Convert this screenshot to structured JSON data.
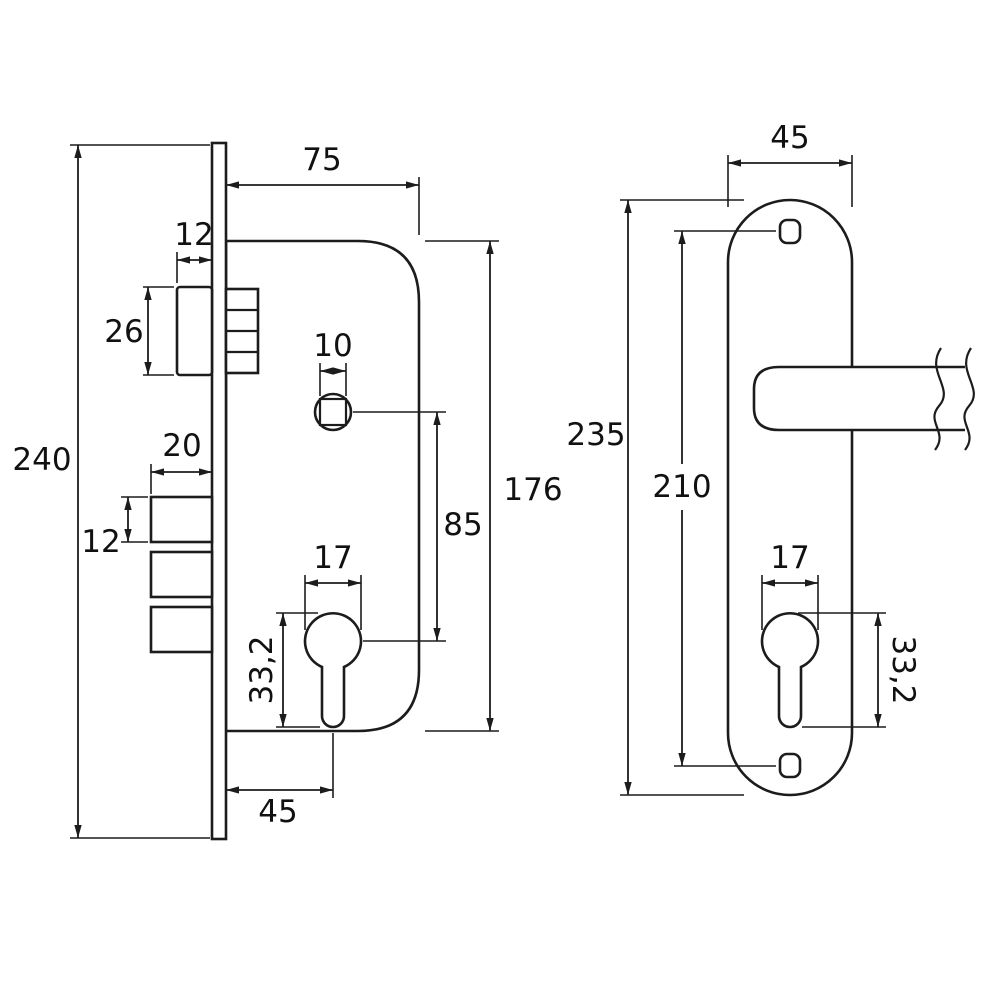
{
  "figure": {
    "background": "#ffffff",
    "line_color": "#1c1c1c",
    "views": {
      "lock_body": {
        "title": "mortise-lock-body-side-view",
        "dimensions": {
          "faceplate_height": "240",
          "body_width": "75",
          "latch_width": "12",
          "latch_height": "26",
          "deadbolt_width": "20",
          "deadbolt_height": "12",
          "spindle_hole": "10",
          "spindle_to_cylinder": "85",
          "body_height": "176",
          "cylinder_width": "17",
          "cylinder_height": "33,2",
          "backset": "45"
        }
      },
      "handle_plate": {
        "title": "handle-backplate-front-view",
        "dimensions": {
          "plate_width": "45",
          "plate_height": "235",
          "screw_spacing": "210",
          "cylinder_width": "17",
          "cylinder_height": "33,2"
        }
      }
    }
  }
}
